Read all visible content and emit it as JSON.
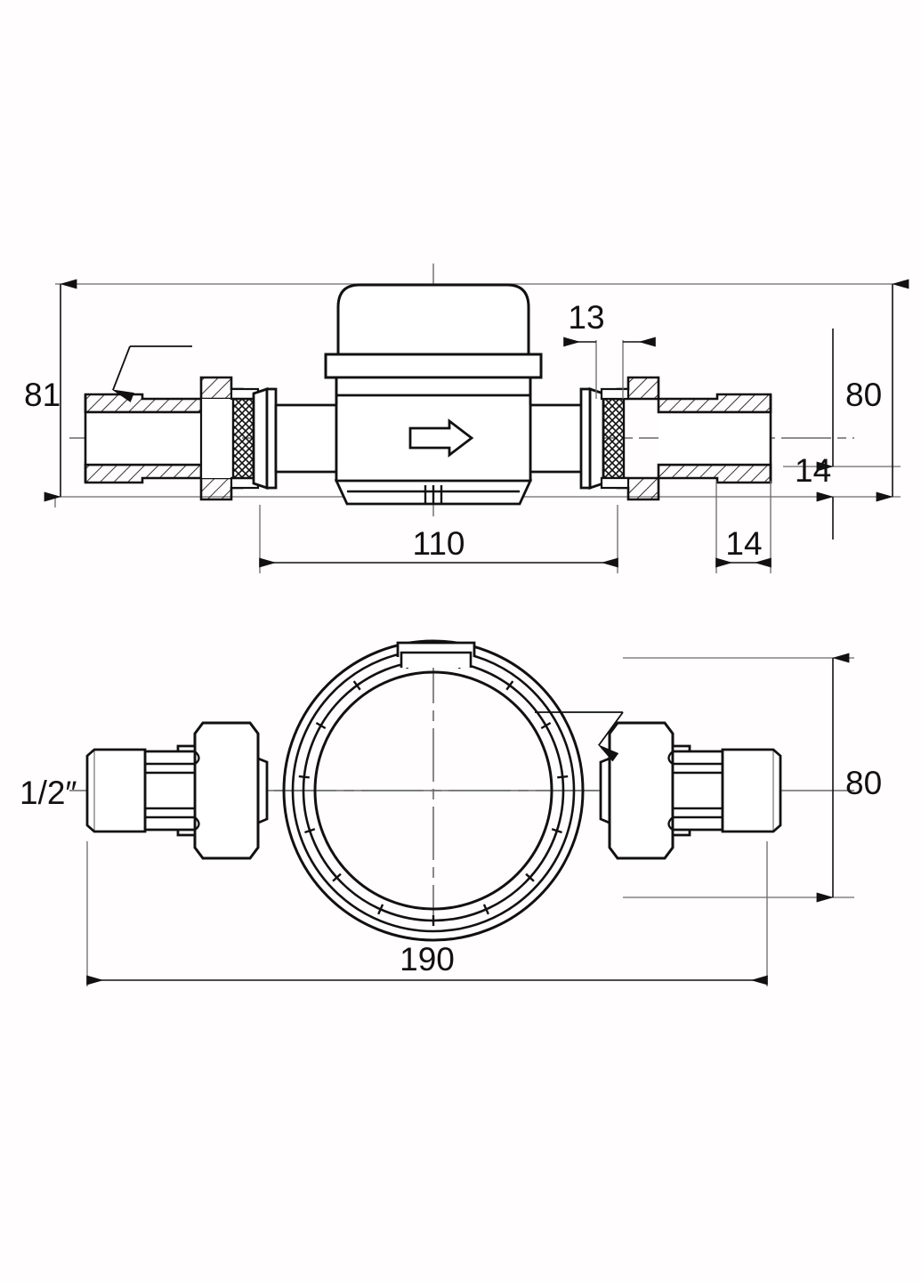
{
  "drawing": {
    "title": "Water meter dimensional drawing",
    "background_color": "#fffdfd",
    "line_color": "#111111",
    "thin_line_color": "#555555",
    "views": [
      {
        "name": "sectional-elevation-view",
        "description": "Longitudinal sectional elevation of water meter with threaded tailpieces, union nuts, gaskets and register housing"
      },
      {
        "name": "plan-view",
        "description": "Top plan view of water meter showing circular register dial and both connection tailpieces"
      }
    ],
    "flow_arrow": {
      "name": "flow-direction-arrow",
      "direction": "right"
    }
  },
  "dimensions": {
    "height_left_elevation": "81",
    "nut_width": "13",
    "height_right_elevation": "80",
    "tailpiece_offset": "14",
    "body_length": "110",
    "tailpiece_length": "14",
    "thread_size": "1/2″",
    "width_plan": "80",
    "overall_length": "190"
  },
  "chart_data": {
    "type": "table",
    "title": "Water meter dimensions (mm)",
    "categories": [
      "Overall height (elevation, left)",
      "Union nut width",
      "Overall height (elevation, right)",
      "Tailpiece offset",
      "Meter body length",
      "Tailpiece length",
      "Thread size",
      "Body width (plan)",
      "Overall length"
    ],
    "values": [
      "81",
      "13",
      "80",
      "14",
      "110",
      "14",
      "1/2″",
      "80",
      "190"
    ],
    "xlabel": "",
    "ylabel": ""
  }
}
